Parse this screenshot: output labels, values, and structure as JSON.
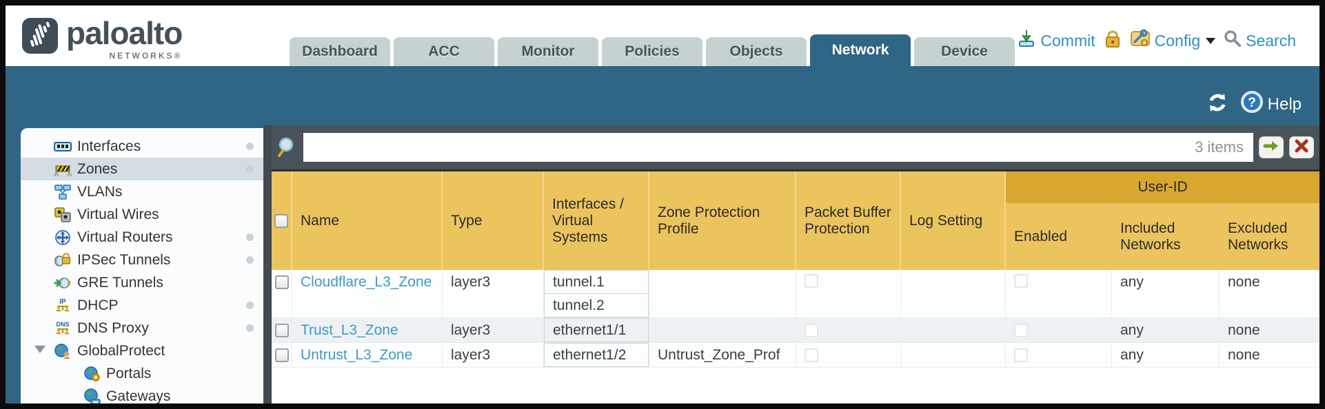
{
  "brand": {
    "name": "paloalto",
    "sub": "NETWORKS®"
  },
  "topbar": {
    "tabs": [
      {
        "label": "Dashboard"
      },
      {
        "label": "ACC"
      },
      {
        "label": "Monitor"
      },
      {
        "label": "Policies"
      },
      {
        "label": "Objects"
      },
      {
        "label": "Network"
      },
      {
        "label": "Device"
      }
    ],
    "active_tab": "Network",
    "commit_label": "Commit",
    "config_label": "Config",
    "search_label": "Search"
  },
  "band": {
    "help_label": "Help",
    "icons": [
      "refresh-icon",
      "help-icon"
    ]
  },
  "sidebar": {
    "items": [
      {
        "label": "Interfaces",
        "icon": "interfaces-icon",
        "dot": true
      },
      {
        "label": "Zones",
        "icon": "zones-icon",
        "dot": true,
        "selected": true
      },
      {
        "label": "VLANs",
        "icon": "vlans-icon"
      },
      {
        "label": "Virtual Wires",
        "icon": "virtual-wires-icon"
      },
      {
        "label": "Virtual Routers",
        "icon": "virtual-routers-icon",
        "dot": true
      },
      {
        "label": "IPSec Tunnels",
        "icon": "ipsec-tunnels-icon",
        "dot": true
      },
      {
        "label": "GRE Tunnels",
        "icon": "gre-tunnels-icon"
      },
      {
        "label": "DHCP",
        "icon": "dhcp-icon",
        "dot": true
      },
      {
        "label": "DNS Proxy",
        "icon": "dns-proxy-icon",
        "dot": true
      },
      {
        "label": "GlobalProtect",
        "icon": "globalprotect-icon",
        "expanded": true
      },
      {
        "label": "Portals",
        "icon": "portals-icon",
        "indent": true
      },
      {
        "label": "Gateways",
        "icon": "gateways-icon",
        "indent": true
      }
    ]
  },
  "toolbar": {
    "filter_value": "",
    "items_count": "3 items"
  },
  "table": {
    "group_header": "User-ID",
    "columns": [
      "Name",
      "Type",
      "Interfaces / Virtual Systems",
      "Zone Protection Profile",
      "Packet Buffer Protection",
      "Log Setting",
      "Enabled",
      "Included Networks",
      "Excluded Networks"
    ],
    "rows": [
      {
        "name": "Cloudflare_L3_Zone",
        "type": "layer3",
        "interfaces": [
          "tunnel.1",
          "tunnel.2"
        ],
        "zone_protection_profile": "",
        "log_setting": "",
        "user_id_enabled": false,
        "included_networks": "any",
        "excluded_networks": "none"
      },
      {
        "name": "Trust_L3_Zone",
        "type": "layer3",
        "interfaces": [
          "ethernet1/1"
        ],
        "zone_protection_profile": "",
        "log_setting": "",
        "user_id_enabled": false,
        "included_networks": "any",
        "excluded_networks": "none"
      },
      {
        "name": "Untrust_L3_Zone",
        "type": "layer3",
        "interfaces": [
          "ethernet1/2"
        ],
        "zone_protection_profile": "Untrust_Zone_Prof",
        "log_setting": "",
        "user_id_enabled": false,
        "included_networks": "any",
        "excluded_networks": "none"
      }
    ]
  },
  "colors": {
    "teal": "#2f6585",
    "header_gold": "#ecc45e",
    "header_gold_dark": "#d9a72f",
    "link_blue": "#3e9ac2",
    "selected_item_bg": "#d3dde3",
    "search_row": "#4a535a"
  }
}
